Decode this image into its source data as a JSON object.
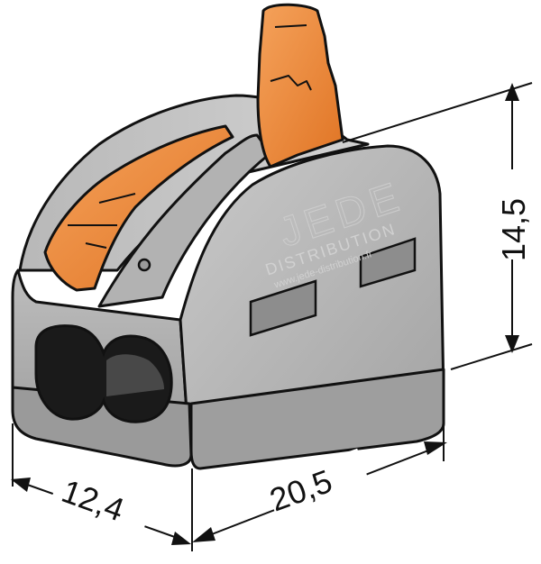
{
  "dimensions": {
    "height": "14,5",
    "width": "20,5",
    "depth": "12,4"
  },
  "watermark": {
    "brand": "JEDE",
    "subtitle": "DISTRIBUTION",
    "url": "www.jede-distribution.fr"
  },
  "colors": {
    "lever_orange": "#f08a3a",
    "body_grey": "#a9a9a9",
    "outline": "#111111"
  }
}
